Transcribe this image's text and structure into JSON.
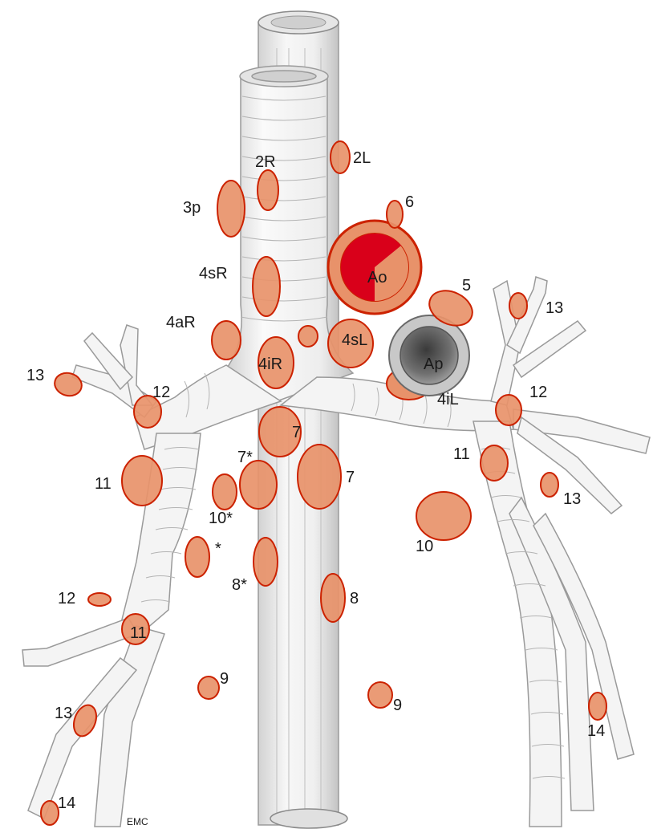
{
  "diagram": {
    "colors": {
      "node_fill": "#e8926a",
      "node_stroke": "#cc2200",
      "airway": "#f4f4f4",
      "airway_shadow": "#c8c8c8",
      "aorta": "#d9001a",
      "pulmonary_artery": "#7a7a7a"
    },
    "vessels": {
      "aorta_label": "Ao",
      "pulmonary_artery_label": "Ap"
    },
    "node_labels": {
      "n2R": "2R",
      "n2L": "2L",
      "n3p": "3p",
      "n6": "6",
      "n4sR": "4sR",
      "n5": "5",
      "n4aR": "4aR",
      "n4sL": "4sL",
      "n4iR": "4iR",
      "n4iL": "4iL",
      "n13_left": "13",
      "n12_left": "12",
      "n13_right": "13",
      "n12_right": "12",
      "n7_top": "7",
      "n7_star": "7*",
      "n7_right": "7",
      "n11_left": "11",
      "n11_right": "11",
      "n10_star": "10*",
      "n13_mid_right": "13",
      "n10": "10",
      "n_star": "*",
      "n8_star": "8*",
      "n8": "8",
      "n12_lower_left": "12",
      "n11_lower_left": "11",
      "n9_left": "9",
      "n9_right": "9",
      "n13_lower_left": "13",
      "n14_right": "14",
      "n14_left": "14"
    },
    "signature": "EMC"
  }
}
